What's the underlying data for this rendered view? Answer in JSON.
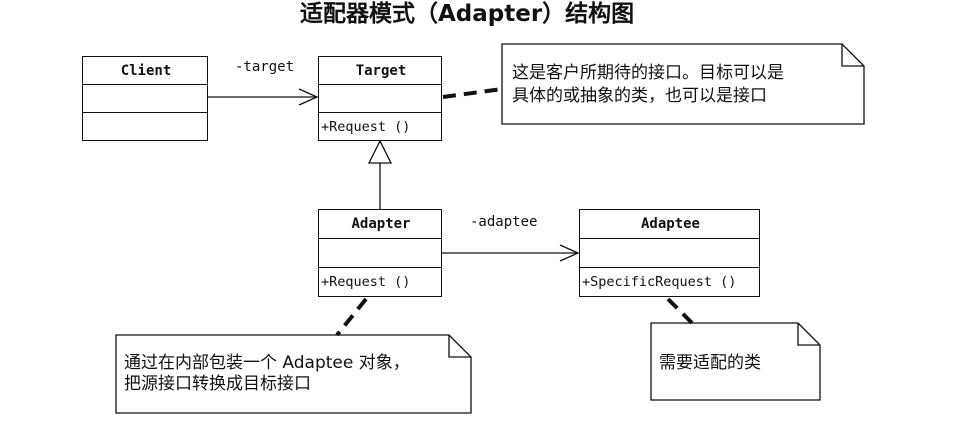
{
  "title": "适配器模式（Adapter）结构图",
  "classes": {
    "client": {
      "name": "Client"
    },
    "target": {
      "name": "Target",
      "operations": "+Request ()"
    },
    "adapter": {
      "name": "Adapter",
      "operations": "+Request ()"
    },
    "adaptee": {
      "name": "Adaptee",
      "operations": "+SpecificRequest ()"
    }
  },
  "associations": {
    "client_to_target": "-target",
    "adapter_to_adaptee": "-adaptee"
  },
  "notes": {
    "target": [
      "这是客户所期待的接口。目标可以是",
      "具体的或抽象的类，也可以是接口"
    ],
    "adapter": [
      "通过在内部包装一个 Adaptee 对象，",
      "把源接口转换成目标接口"
    ],
    "adaptee": [
      "需要适配的类"
    ]
  }
}
